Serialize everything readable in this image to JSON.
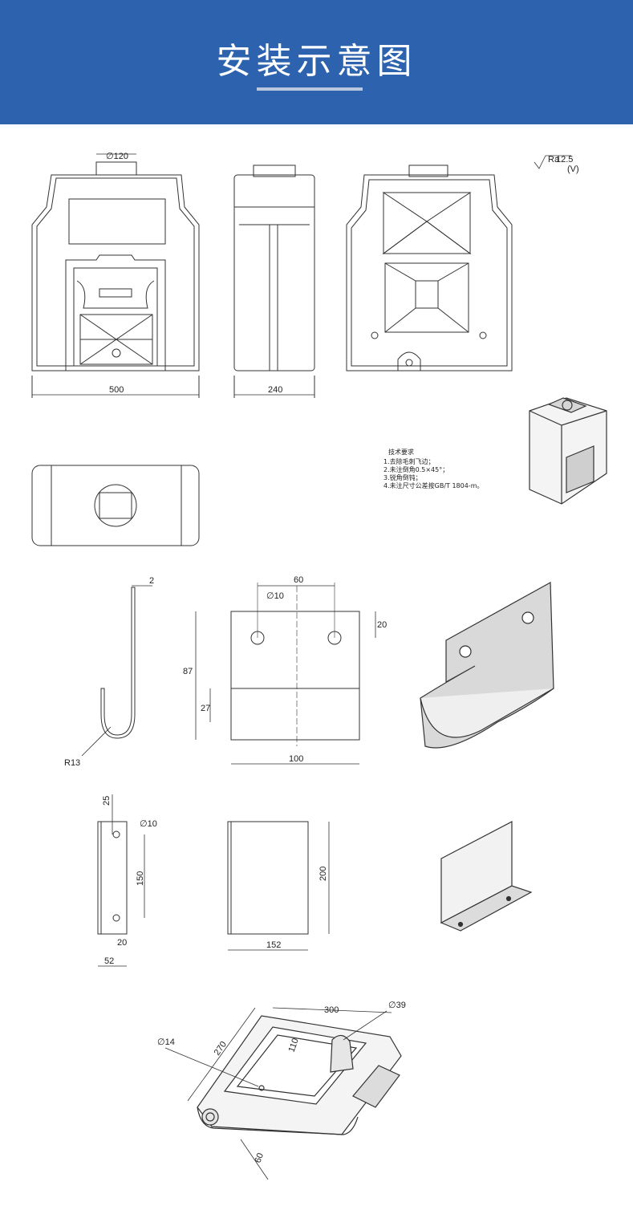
{
  "header": {
    "title": "安装示意图"
  },
  "surface_symbol": {
    "ra": "Ra",
    "value": "12.5",
    "suffix": "(V)"
  },
  "tech_requirements": {
    "title": "技术要求",
    "items": [
      "1.去除毛刺飞边；",
      "2.未注倒角0.5×45°；",
      "3.锐角倒钝；",
      "4.未注尺寸公差按GB/T 1804-m。"
    ]
  },
  "front_view": {
    "dia_top": "∅120",
    "width": "500"
  },
  "side_view": {
    "width": "240"
  },
  "hook_side": {
    "thickness": "2",
    "radius": "R13"
  },
  "hook_front": {
    "hole_spacing": "60",
    "hole_dia": "∅10",
    "hole_offset": "20",
    "height": "87",
    "lower_height": "27",
    "width": "100"
  },
  "bracket_side": {
    "top_offset": "25",
    "hole_dia": "∅10",
    "hole_spacing": "150",
    "bottom_offset": "20",
    "width": "52"
  },
  "bracket_front": {
    "height": "200",
    "width": "152"
  },
  "tray_iso": {
    "length": "300",
    "pin_dia": "∅39",
    "hole_dia": "∅14",
    "depth": "270",
    "inner": "110",
    "height": "60"
  }
}
